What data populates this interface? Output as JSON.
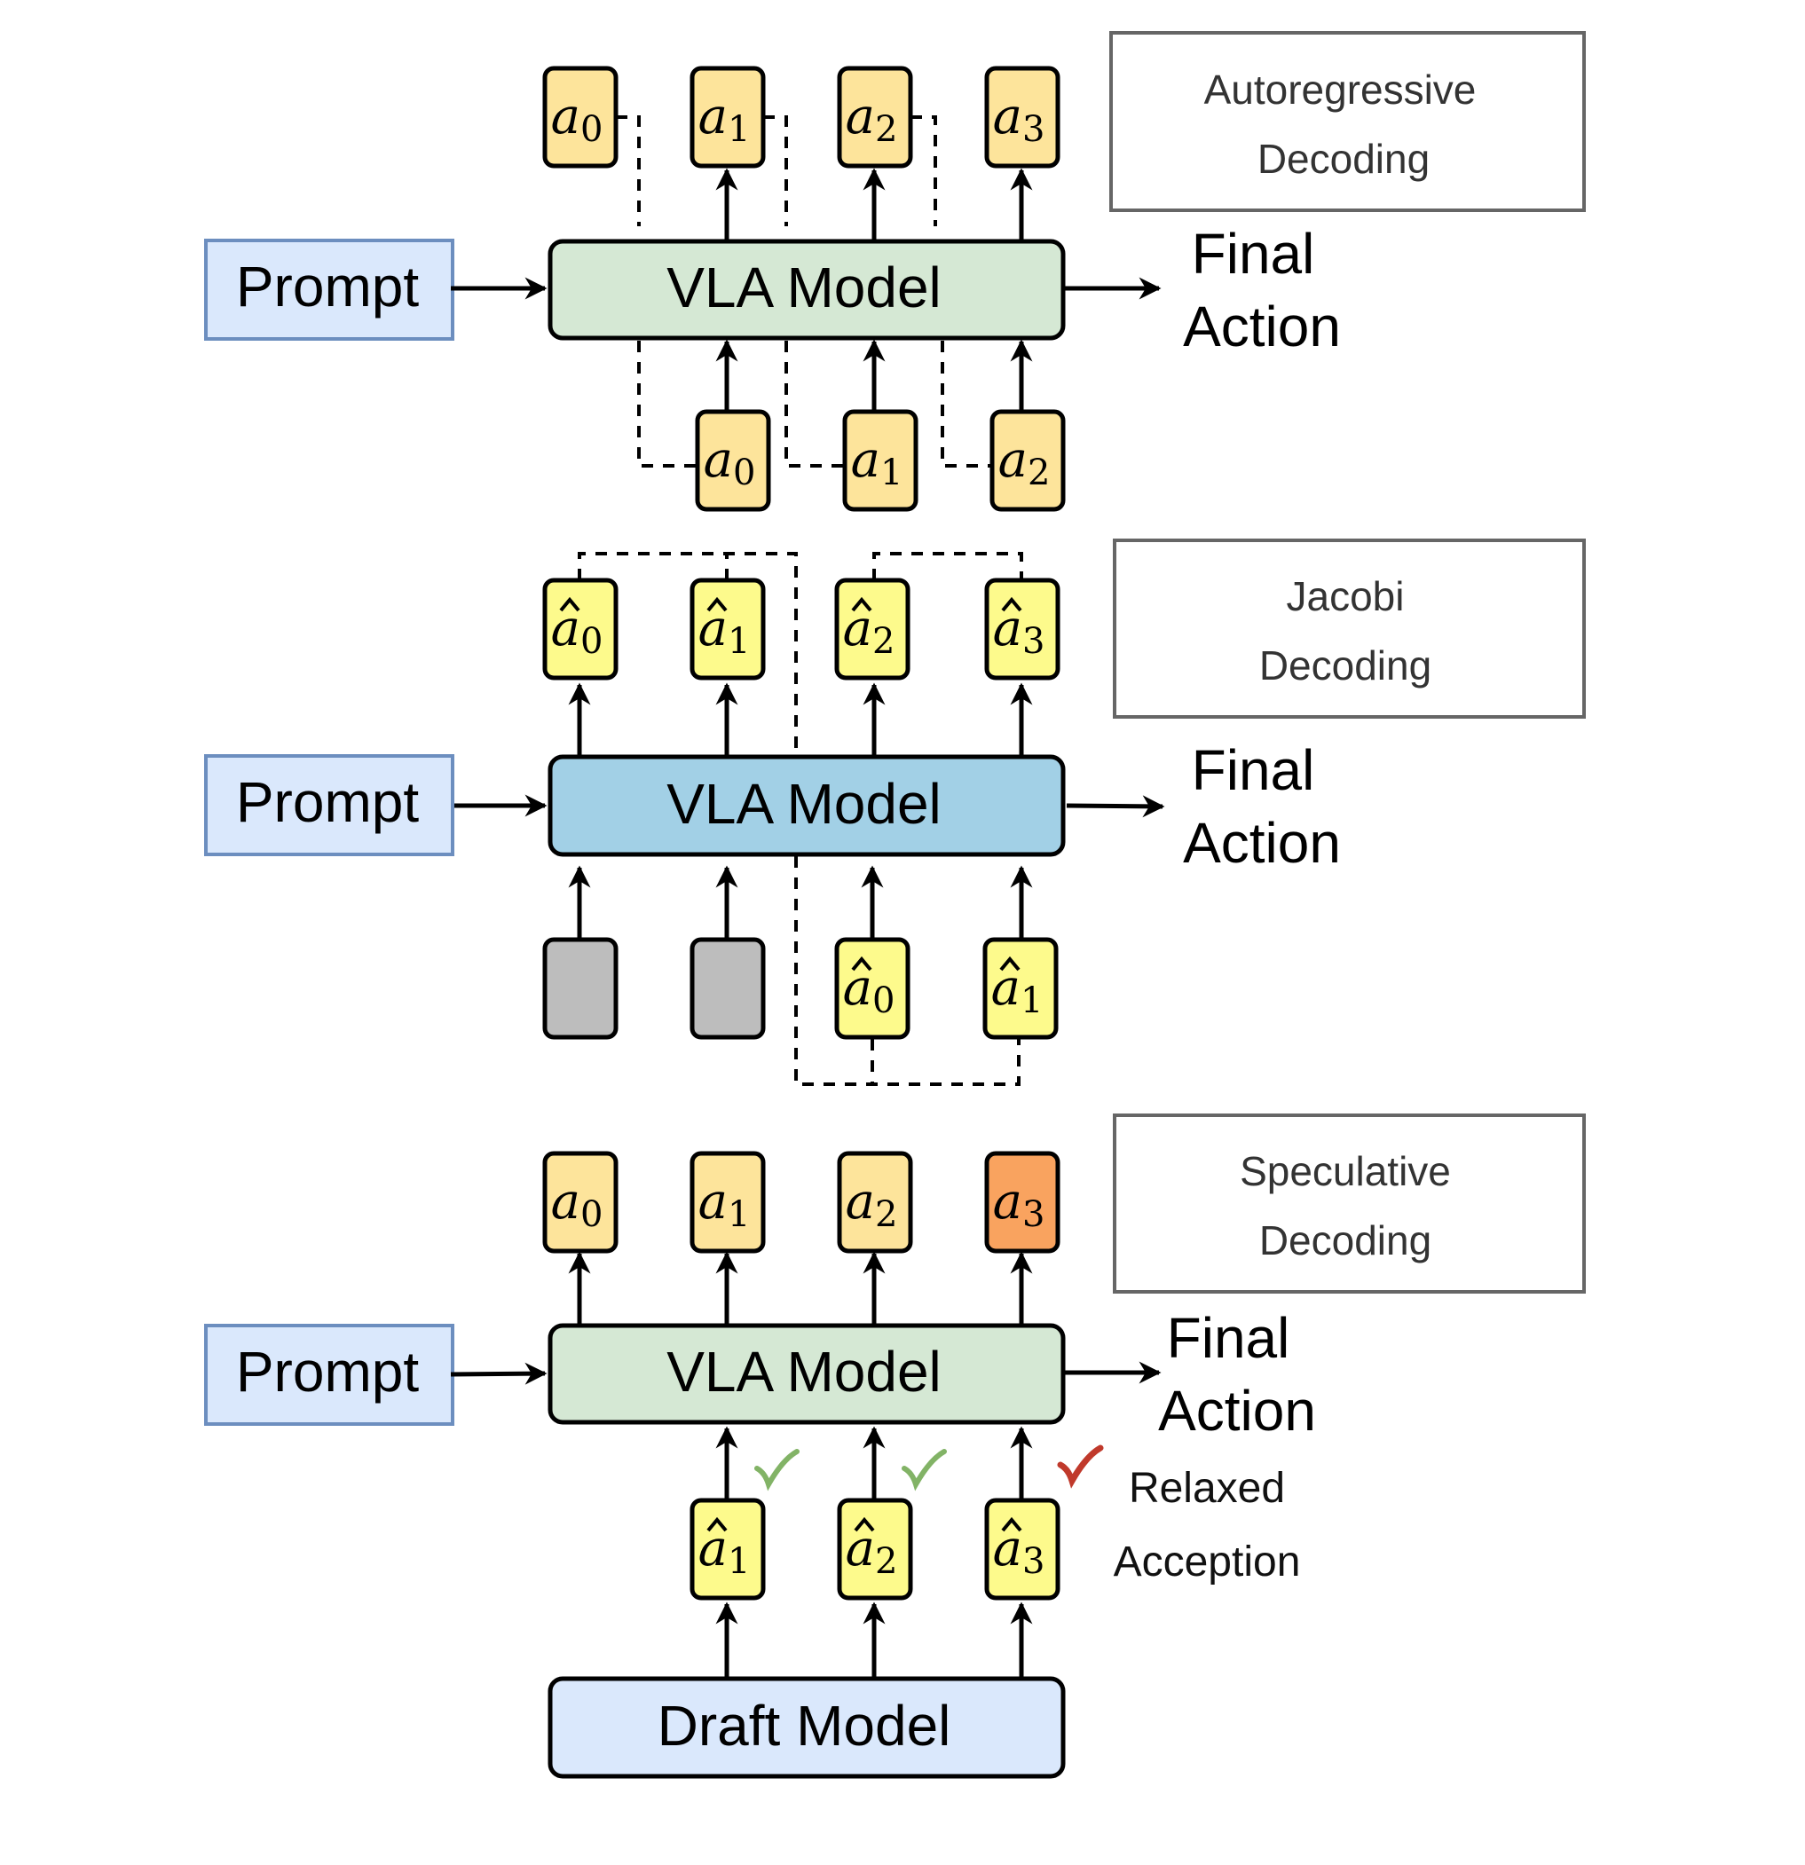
{
  "panels": [
    {
      "id": "autoregressive",
      "caption": [
        "Autoregressive",
        "Decoding"
      ],
      "prompt_label": "Prompt",
      "model_label": "VLA Model",
      "model_color": "#d5e8d4",
      "final_label": [
        "Final",
        "Action"
      ],
      "outputs": [
        {
          "base": "a",
          "sub": "0",
          "hat": false,
          "color": "#fde49b"
        },
        {
          "base": "a",
          "sub": "1",
          "hat": false,
          "color": "#fde49b"
        },
        {
          "base": "a",
          "sub": "2",
          "hat": false,
          "color": "#fde49b"
        },
        {
          "base": "a",
          "sub": "3",
          "hat": false,
          "color": "#fde49b"
        }
      ],
      "inputs": [
        {
          "base": "a",
          "sub": "0",
          "hat": false,
          "color": "#fde49b"
        },
        {
          "base": "a",
          "sub": "1",
          "hat": false,
          "color": "#fde49b"
        },
        {
          "base": "a",
          "sub": "2",
          "hat": false,
          "color": "#fde49b"
        }
      ]
    },
    {
      "id": "jacobi",
      "caption": [
        "Jacobi",
        "Decoding"
      ],
      "prompt_label": "Prompt",
      "model_label": "VLA Model",
      "model_color": "#a2d0e6",
      "final_label": [
        "Final",
        "Action"
      ],
      "outputs": [
        {
          "base": "a",
          "sub": "0",
          "hat": true,
          "color": "#fdfa8c"
        },
        {
          "base": "a",
          "sub": "1",
          "hat": true,
          "color": "#fdfa8c"
        },
        {
          "base": "a",
          "sub": "2",
          "hat": true,
          "color": "#fdfa8c"
        },
        {
          "base": "a",
          "sub": "3",
          "hat": true,
          "color": "#fdfa8c"
        }
      ],
      "inputs": [
        {
          "base": "",
          "sub": "",
          "hat": false,
          "color": "#bdbdbd"
        },
        {
          "base": "",
          "sub": "",
          "hat": false,
          "color": "#bdbdbd"
        },
        {
          "base": "a",
          "sub": "0",
          "hat": true,
          "color": "#fdfa8c"
        },
        {
          "base": "a",
          "sub": "1",
          "hat": true,
          "color": "#fdfa8c"
        }
      ]
    },
    {
      "id": "speculative",
      "caption": [
        "Speculative",
        "Decoding"
      ],
      "prompt_label": "Prompt",
      "model_label": "VLA Model",
      "model_color": "#d5e8d4",
      "final_label": [
        "Final",
        "Action"
      ],
      "outputs": [
        {
          "base": "a",
          "sub": "0",
          "hat": false,
          "color": "#fde49b"
        },
        {
          "base": "a",
          "sub": "1",
          "hat": false,
          "color": "#fde49b"
        },
        {
          "base": "a",
          "sub": "2",
          "hat": false,
          "color": "#fde49b"
        },
        {
          "base": "a",
          "sub": "3",
          "hat": false,
          "color": "#f9a35f"
        }
      ],
      "inputs": [
        {
          "base": "a",
          "sub": "1",
          "hat": true,
          "color": "#fdfa8c"
        },
        {
          "base": "a",
          "sub": "2",
          "hat": true,
          "color": "#fdfa8c"
        },
        {
          "base": "a",
          "sub": "3",
          "hat": true,
          "color": "#fdfa8c"
        }
      ],
      "checks": [
        {
          "color": "#82b366",
          "accepted": true
        },
        {
          "color": "#82b366",
          "accepted": true
        },
        {
          "color": "#c0392b",
          "accepted": false
        }
      ],
      "relaxed_label": [
        "Relaxed",
        "Acception"
      ],
      "draft_label": "Draft Model",
      "draft_color": "#dae8fc"
    }
  ],
  "colors": {
    "prompt_fill": "#dae8fc",
    "prompt_stroke": "#6c8ebf",
    "caption_stroke": "#666666"
  }
}
